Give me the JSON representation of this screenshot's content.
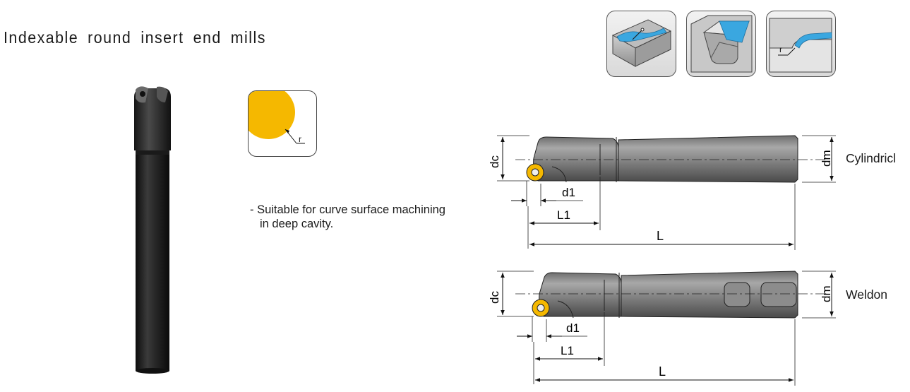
{
  "page": {
    "title": "Indexable round insert end mills",
    "note_line1": "- Suitable for curve surface machining",
    "note_line2": "in deep cavity.",
    "insert_radius_label": "r"
  },
  "applications": [
    {
      "icon": "face-milling-icon"
    },
    {
      "icon": "pocket-cavity-icon"
    },
    {
      "icon": "shoulder-radius-icon",
      "label": "r"
    }
  ],
  "drawings": [
    {
      "type": "Cylindricl",
      "dim_dc": "dc",
      "dim_dm": "dm",
      "dim_d1": "d1",
      "dim_L1": "L1",
      "dim_L": "L"
    },
    {
      "type": "Weldon",
      "dim_dc": "dc",
      "dim_dm": "dm",
      "dim_d1": "d1",
      "dim_L1": "L1",
      "dim_L": "L"
    }
  ],
  "colors": {
    "insert_yellow": "#f5b800",
    "surface_blue": "#3aa7e0",
    "tool_gray": "#8a8a8a",
    "tool_dark": "#2a2a2a"
  }
}
